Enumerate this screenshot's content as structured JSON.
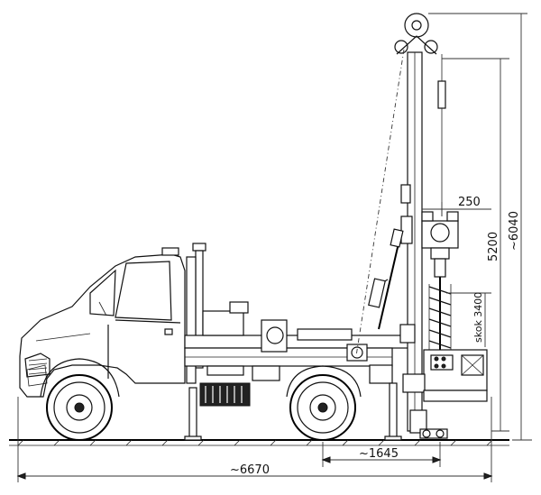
{
  "dimensions": {
    "mast_tilt_offset": "250",
    "mast_height": "5200",
    "total_height": "~6040",
    "stroke": "skok 3400",
    "rear_overhang": "~1645",
    "total_length": "~6670"
  },
  "colors": {
    "line": "#111111",
    "background": "#ffffff"
  }
}
